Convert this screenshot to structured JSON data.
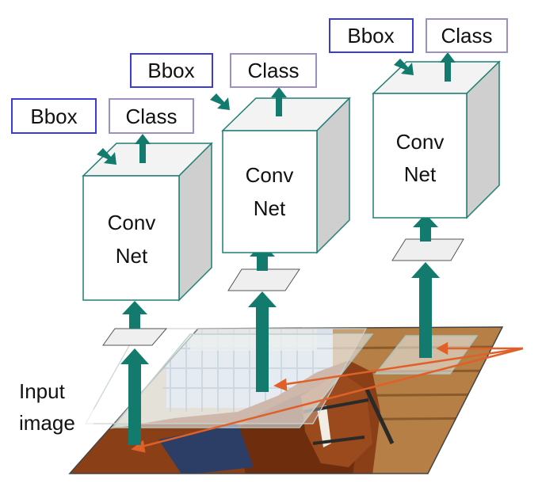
{
  "labels": {
    "bbox": "Bbox",
    "class": "Class",
    "conv_line1": "Conv",
    "conv_line2": "Net",
    "input_line1": "Input",
    "input_line2": "image"
  },
  "colors": {
    "arrow": "#137a6e",
    "bbox_border": "#3b3bd6",
    "class_border": "#9f8fc0",
    "cube_edge": "#1f7f73",
    "cube_side": "#cfcfcf",
    "cube_top": "#f3f3f3",
    "pointer_arrow": "#e0602a"
  },
  "networks": [
    {
      "id": "left"
    },
    {
      "id": "middle"
    },
    {
      "id": "right"
    }
  ]
}
